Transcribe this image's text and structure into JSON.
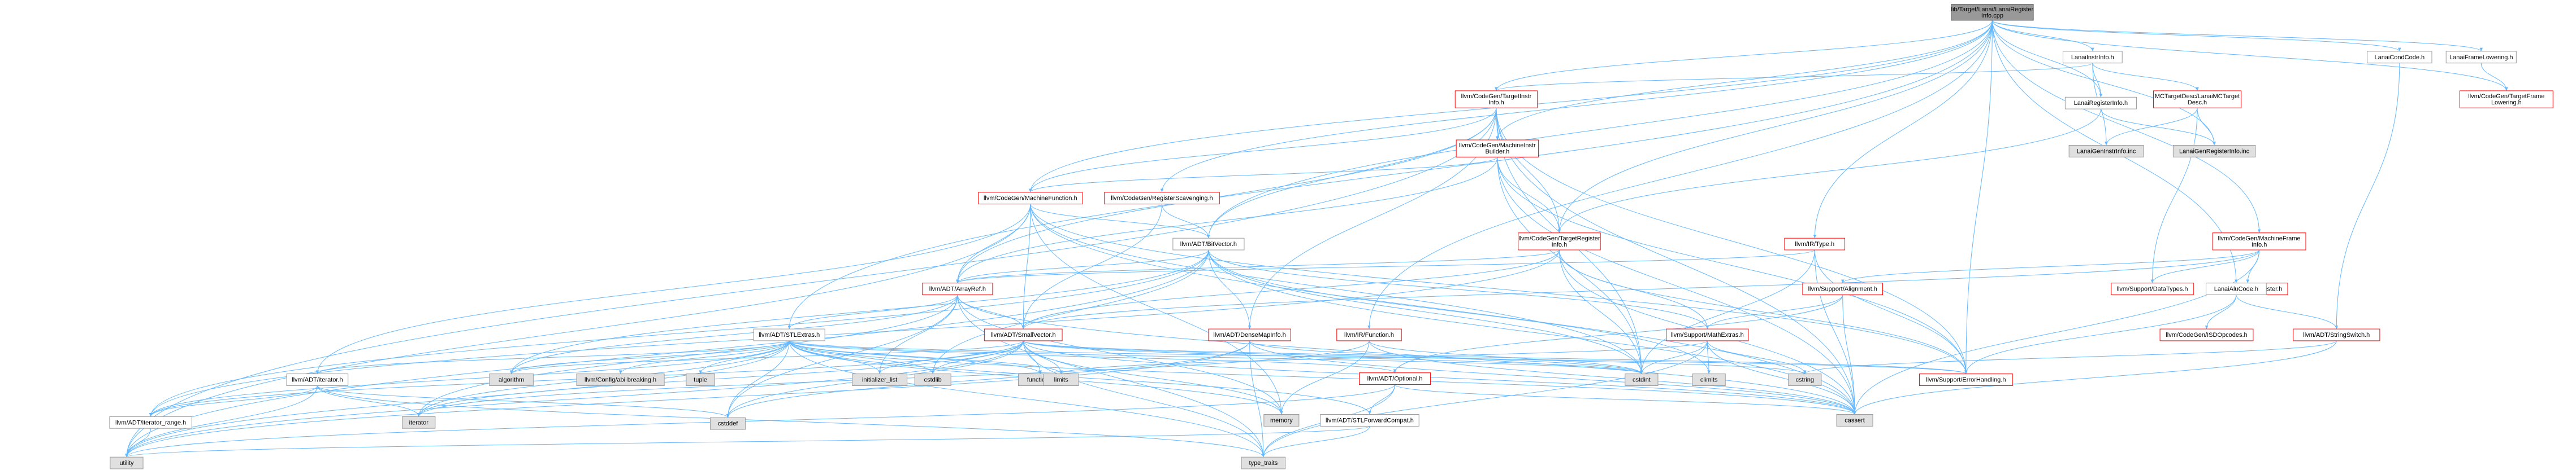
{
  "colors": {
    "root_fill": "#999999",
    "normal_fill": "#ffffff",
    "normal_stroke": "#999999",
    "missing_stroke": "#ff0000",
    "system_fill": "#e0e0e0",
    "edge": "#63b8ff",
    "edge_dark": "#404040"
  },
  "nodes": [
    {
      "id": "root",
      "lines": [
        "lib/Target/Lanai/LanaiRegister",
        "Info.cpp"
      ],
      "kind": "root"
    },
    {
      "id": "lanai_instr_info_h",
      "lines": [
        "LanaiInstrInfo.h"
      ],
      "kind": "normal"
    },
    {
      "id": "lanai_cond_code_h",
      "lines": [
        "LanaiCondCode.h"
      ],
      "kind": "normal"
    },
    {
      "id": "lanai_frame_lowering_h",
      "lines": [
        "LanaiFrameLowering.h"
      ],
      "kind": "normal"
    },
    {
      "id": "tgt_instr_info_h",
      "lines": [
        "llvm/CodeGen/TargetInstr",
        "Info.h"
      ],
      "kind": "missing"
    },
    {
      "id": "mc_target_desc_h",
      "lines": [
        "MCTargetDesc/LanaiMCTarget",
        "Desc.h"
      ],
      "kind": "missing"
    },
    {
      "id": "lanai_register_info_h",
      "lines": [
        "LanaiRegisterInfo.h"
      ],
      "kind": "normal"
    },
    {
      "id": "tgt_frame_lowering_h",
      "lines": [
        "llvm/CodeGen/TargetFrame",
        "Lowering.h"
      ],
      "kind": "missing"
    },
    {
      "id": "machine_instr_builder_h",
      "lines": [
        "llvm/CodeGen/MachineInstr",
        "Builder.h"
      ],
      "kind": "missing"
    },
    {
      "id": "lanai_gen_instr_info_inc",
      "lines": [
        "LanaiGenInstrInfo.inc"
      ],
      "kind": "system"
    },
    {
      "id": "lanai_gen_register_info_inc",
      "lines": [
        "LanaiGenRegisterInfo.inc"
      ],
      "kind": "system"
    },
    {
      "id": "machine_function_h",
      "lines": [
        "llvm/CodeGen/MachineFunction.h"
      ],
      "kind": "missing"
    },
    {
      "id": "register_scavenging_h",
      "lines": [
        "llvm/CodeGen/RegisterScavenging.h"
      ],
      "kind": "missing"
    },
    {
      "id": "bitvector_h",
      "lines": [
        "llvm/ADT/BitVector.h"
      ],
      "kind": "normal"
    },
    {
      "id": "tgt_register_info_h",
      "lines": [
        "llvm/CodeGen/TargetRegister",
        "Info.h"
      ],
      "kind": "missing"
    },
    {
      "id": "ir_type_h",
      "lines": [
        "llvm/IR/Type.h"
      ],
      "kind": "missing"
    },
    {
      "id": "machine_frame_info_h",
      "lines": [
        "llvm/CodeGen/MachineFrame",
        "Info.h"
      ],
      "kind": "missing"
    },
    {
      "id": "arrayref_h",
      "lines": [
        "llvm/ADT/ArrayRef.h"
      ],
      "kind": "missing"
    },
    {
      "id": "support_alignment_h",
      "lines": [
        "llvm/Support/Alignment.h"
      ],
      "kind": "missing"
    },
    {
      "id": "support_datatypes_h",
      "lines": [
        "llvm/Support/DataTypes.h"
      ],
      "kind": "missing"
    },
    {
      "id": "codegen_register_h",
      "lines": [
        "llvm/CodeGen/Register.h"
      ],
      "kind": "missing"
    },
    {
      "id": "lanai_alu_code_h",
      "lines": [
        "LanaiAluCode.h"
      ],
      "kind": "normal"
    },
    {
      "id": "stlextras_h",
      "lines": [
        "llvm/ADT/STLExtras.h"
      ],
      "kind": "normal"
    },
    {
      "id": "smallvector_h",
      "lines": [
        "llvm/ADT/SmallVector.h"
      ],
      "kind": "missing"
    },
    {
      "id": "densemapinfo_h",
      "lines": [
        "llvm/ADT/DenseMapInfo.h"
      ],
      "kind": "missing"
    },
    {
      "id": "ir_function_h",
      "lines": [
        "llvm/IR/Function.h"
      ],
      "kind": "missing"
    },
    {
      "id": "mathextras_h",
      "lines": [
        "llvm/Support/MathExtras.h"
      ],
      "kind": "missing"
    },
    {
      "id": "isd_opcodes_h",
      "lines": [
        "llvm/CodeGen/ISDOpcodes.h"
      ],
      "kind": "missing"
    },
    {
      "id": "stringswitch_h",
      "lines": [
        "llvm/ADT/StringSwitch.h"
      ],
      "kind": "missing"
    },
    {
      "id": "adt_iterator_h",
      "lines": [
        "llvm/ADT/iterator.h"
      ],
      "kind": "normal"
    },
    {
      "id": "algorithm",
      "lines": [
        "algorithm"
      ],
      "kind": "system"
    },
    {
      "id": "config_abi_breaking_h",
      "lines": [
        "llvm/Config/abi-breaking.h"
      ],
      "kind": "system"
    },
    {
      "id": "tuple",
      "lines": [
        "tuple"
      ],
      "kind": "system"
    },
    {
      "id": "initializer_list",
      "lines": [
        "initializer_list"
      ],
      "kind": "system"
    },
    {
      "id": "cstdlib",
      "lines": [
        "cstdlib"
      ],
      "kind": "system"
    },
    {
      "id": "functional",
      "lines": [
        "functional"
      ],
      "kind": "system"
    },
    {
      "id": "limits",
      "lines": [
        "limits"
      ],
      "kind": "system"
    },
    {
      "id": "cstdint",
      "lines": [
        "cstdint"
      ],
      "kind": "system"
    },
    {
      "id": "climits",
      "lines": [
        "climits"
      ],
      "kind": "system"
    },
    {
      "id": "cstring",
      "lines": [
        "cstring"
      ],
      "kind": "system"
    },
    {
      "id": "error_handling_h",
      "lines": [
        "llvm/Support/ErrorHandling.h"
      ],
      "kind": "missing"
    },
    {
      "id": "optional_h",
      "lines": [
        "llvm/ADT/Optional.h"
      ],
      "kind": "missing"
    },
    {
      "id": "iterator_range_h",
      "lines": [
        "llvm/ADT/iterator_range.h"
      ],
      "kind": "normal"
    },
    {
      "id": "iterator",
      "lines": [
        "iterator"
      ],
      "kind": "system"
    },
    {
      "id": "cstddef",
      "lines": [
        "cstddef"
      ],
      "kind": "system"
    },
    {
      "id": "memory",
      "lines": [
        "memory"
      ],
      "kind": "system"
    },
    {
      "id": "stl_forward_compat_h",
      "lines": [
        "llvm/ADT/STLForwardCompat.h"
      ],
      "kind": "normal"
    },
    {
      "id": "cassert",
      "lines": [
        "cassert"
      ],
      "kind": "system"
    },
    {
      "id": "utility",
      "lines": [
        "utility"
      ],
      "kind": "system"
    },
    {
      "id": "type_traits",
      "lines": [
        "type_traits"
      ],
      "kind": "system"
    }
  ],
  "edges": [
    [
      "root",
      "lanai_instr_info_h"
    ],
    [
      "root",
      "lanai_cond_code_h"
    ],
    [
      "root",
      "lanai_frame_lowering_h"
    ],
    [
      "root",
      "tgt_frame_lowering_h"
    ],
    [
      "root",
      "tgt_instr_info_h"
    ],
    [
      "root",
      "lanai_register_info_h"
    ],
    [
      "root",
      "machine_instr_builder_h"
    ],
    [
      "root",
      "machine_function_h"
    ],
    [
      "root",
      "register_scavenging_h"
    ],
    [
      "root",
      "bitvector_h"
    ],
    [
      "root",
      "stlextras_h"
    ],
    [
      "root",
      "tgt_register_info_h"
    ],
    [
      "root",
      "ir_type_h"
    ],
    [
      "root",
      "machine_frame_info_h"
    ],
    [
      "root",
      "lanai_alu_code_h"
    ],
    [
      "root",
      "error_handling_h"
    ],
    [
      "root",
      "ir_function_h"
    ],
    [
      "root",
      "lanai_gen_register_info_inc"
    ],
    [
      "lanai_instr_info_h",
      "tgt_instr_info_h"
    ],
    [
      "lanai_instr_info_h",
      "mc_target_desc_h"
    ],
    [
      "lanai_instr_info_h",
      "lanai_register_info_h"
    ],
    [
      "lanai_instr_info_h",
      "lanai_gen_instr_info_inc"
    ],
    [
      "lanai_frame_lowering_h",
      "tgt_frame_lowering_h"
    ],
    [
      "lanai_cond_code_h",
      "stringswitch_h"
    ],
    [
      "mc_target_desc_h",
      "lanai_gen_instr_info_inc"
    ],
    [
      "mc_target_desc_h",
      "lanai_gen_register_info_inc"
    ],
    [
      "mc_target_desc_h",
      "support_datatypes_h"
    ],
    [
      "lanai_register_info_h",
      "tgt_register_info_h"
    ],
    [
      "lanai_register_info_h",
      "lanai_gen_register_info_inc"
    ],
    [
      "tgt_instr_info_h",
      "machine_instr_builder_h"
    ],
    [
      "tgt_instr_info_h",
      "machine_function_h"
    ],
    [
      "tgt_instr_info_h",
      "arrayref_h"
    ],
    [
      "tgt_instr_info_h",
      "densemapinfo_h"
    ],
    [
      "tgt_instr_info_h",
      "cstdint"
    ],
    [
      "tgt_instr_info_h",
      "utility"
    ],
    [
      "tgt_instr_info_h",
      "cassert"
    ],
    [
      "tgt_instr_info_h",
      "error_handling_h"
    ],
    [
      "tgt_instr_info_h",
      "tgt_register_info_h"
    ],
    [
      "tgt_instr_info_h",
      "bitvector_h"
    ],
    [
      "machine_instr_builder_h",
      "arrayref_h"
    ],
    [
      "machine_instr_builder_h",
      "machine_function_h"
    ],
    [
      "machine_instr_builder_h",
      "tgt_register_info_h"
    ],
    [
      "machine_instr_builder_h",
      "error_handling_h"
    ],
    [
      "machine_instr_builder_h",
      "cassert"
    ],
    [
      "machine_instr_builder_h",
      "cstdint"
    ],
    [
      "machine_function_h",
      "arrayref_h"
    ],
    [
      "machine_function_h",
      "bitvector_h"
    ],
    [
      "machine_function_h",
      "smallvector_h"
    ],
    [
      "machine_function_h",
      "adt_iterator_h"
    ],
    [
      "machine_function_h",
      "error_handling_h"
    ],
    [
      "machine_function_h",
      "cassert"
    ],
    [
      "machine_function_h",
      "cstdint"
    ],
    [
      "machine_function_h",
      "memory"
    ],
    [
      "machine_function_h",
      "utility"
    ],
    [
      "register_scavenging_h",
      "bitvector_h"
    ],
    [
      "register_scavenging_h",
      "smallvector_h"
    ],
    [
      "bitvector_h",
      "arrayref_h"
    ],
    [
      "bitvector_h",
      "densemapinfo_h"
    ],
    [
      "bitvector_h",
      "iterator_range_h"
    ],
    [
      "bitvector_h",
      "mathextras_h"
    ],
    [
      "bitvector_h",
      "algorithm"
    ],
    [
      "bitvector_h",
      "cassert"
    ],
    [
      "bitvector_h",
      "climits"
    ],
    [
      "bitvector_h",
      "cstdint"
    ],
    [
      "bitvector_h",
      "cstdlib"
    ],
    [
      "bitvector_h",
      "utility"
    ],
    [
      "tgt_register_info_h",
      "arrayref_h"
    ],
    [
      "tgt_register_info_h",
      "smallvector_h"
    ],
    [
      "tgt_register_info_h",
      "iterator_range_h"
    ],
    [
      "tgt_register_info_h",
      "mathextras_h"
    ],
    [
      "tgt_register_info_h",
      "cassert"
    ],
    [
      "tgt_register_info_h",
      "cstdint"
    ],
    [
      "tgt_register_info_h",
      "error_handling_h"
    ],
    [
      "ir_type_h",
      "arrayref_h"
    ],
    [
      "ir_type_h",
      "error_handling_h"
    ],
    [
      "ir_type_h",
      "cassert"
    ],
    [
      "ir_type_h",
      "cstdint"
    ],
    [
      "machine_frame_info_h",
      "support_alignment_h"
    ],
    [
      "machine_frame_info_h",
      "support_datatypes_h"
    ],
    [
      "machine_frame_info_h",
      "codegen_register_h"
    ],
    [
      "machine_frame_info_h",
      "cassert"
    ],
    [
      "machine_frame_info_h",
      "smallvector_h"
    ],
    [
      "support_alignment_h",
      "mathextras_h"
    ],
    [
      "support_alignment_h",
      "cassert"
    ],
    [
      "support_alignment_h",
      "optional_h"
    ],
    [
      "lanai_alu_code_h",
      "isd_opcodes_h"
    ],
    [
      "lanai_alu_code_h",
      "error_handling_h"
    ],
    [
      "lanai_alu_code_h",
      "stringswitch_h"
    ],
    [
      "stringswitch_h",
      "cstring"
    ],
    [
      "stringswitch_h",
      "cassert"
    ],
    [
      "arrayref_h",
      "stlextras_h"
    ],
    [
      "arrayref_h",
      "smallvector_h"
    ],
    [
      "arrayref_h",
      "algorithm"
    ],
    [
      "arrayref_h",
      "cassert"
    ],
    [
      "arrayref_h",
      "cstddef"
    ],
    [
      "arrayref_h",
      "initializer_list"
    ],
    [
      "arrayref_h",
      "iterator"
    ],
    [
      "arrayref_h",
      "memory"
    ],
    [
      "arrayref_h",
      "type_traits"
    ],
    [
      "arrayref_h",
      "vector"
    ],
    [
      "stlextras_h",
      "adt_iterator_h"
    ],
    [
      "stlextras_h",
      "iterator_range_h"
    ],
    [
      "stlextras_h",
      "algorithm"
    ],
    [
      "stlextras_h",
      "config_abi_breaking_h"
    ],
    [
      "stlextras_h",
      "tuple"
    ],
    [
      "stlextras_h",
      "initializer_list"
    ],
    [
      "stlextras_h",
      "cstdlib"
    ],
    [
      "stlextras_h",
      "functional"
    ],
    [
      "stlextras_h",
      "limits"
    ],
    [
      "stlextras_h",
      "cstdint"
    ],
    [
      "stlextras_h",
      "cassert"
    ],
    [
      "stlextras_h",
      "cstddef"
    ],
    [
      "stlextras_h",
      "memory"
    ],
    [
      "stlextras_h",
      "utility"
    ],
    [
      "stlextras_h",
      "type_traits"
    ],
    [
      "stlextras_h",
      "optional_h"
    ],
    [
      "stlextras_h",
      "stl_forward_compat_h"
    ],
    [
      "stlextras_h",
      "error_handling_h"
    ],
    [
      "stlextras_h",
      "iterator"
    ],
    [
      "smallvector_h",
      "iterator_range_h"
    ],
    [
      "smallvector_h",
      "algorithm"
    ],
    [
      "smallvector_h",
      "cassert"
    ],
    [
      "smallvector_h",
      "cstddef"
    ],
    [
      "smallvector_h",
      "cstdlib"
    ],
    [
      "smallvector_h",
      "cstring"
    ],
    [
      "smallvector_h",
      "functional"
    ],
    [
      "smallvector_h",
      "initializer_list"
    ],
    [
      "smallvector_h",
      "iterator"
    ],
    [
      "smallvector_h",
      "limits"
    ],
    [
      "smallvector_h",
      "memory"
    ],
    [
      "smallvector_h",
      "type_traits"
    ],
    [
      "smallvector_h",
      "utility"
    ],
    [
      "smallvector_h",
      "cstdint"
    ],
    [
      "smallvector_h",
      "error_handling_h"
    ],
    [
      "densemapinfo_h",
      "cassert"
    ],
    [
      "densemapinfo_h",
      "cstddef"
    ],
    [
      "densemapinfo_h",
      "cstdint"
    ],
    [
      "densemapinfo_h",
      "utility"
    ],
    [
      "densemapinfo_h",
      "type_traits"
    ],
    [
      "ir_function_h",
      "memory"
    ],
    [
      "ir_function_h",
      "cstdint"
    ],
    [
      "ir_function_h",
      "cassert"
    ],
    [
      "ir_function_h",
      "iterator"
    ],
    [
      "mathextras_h",
      "climits"
    ],
    [
      "mathextras_h",
      "cstdint"
    ],
    [
      "mathextras_h",
      "cstring"
    ],
    [
      "mathextras_h",
      "cassert"
    ],
    [
      "mathextras_h",
      "limits"
    ],
    [
      "mathextras_h",
      "type_traits"
    ],
    [
      "adt_iterator_h",
      "iterator_range_h"
    ],
    [
      "adt_iterator_h",
      "iterator"
    ],
    [
      "adt_iterator_h",
      "cstddef"
    ],
    [
      "adt_iterator_h",
      "type_traits"
    ],
    [
      "adt_iterator_h",
      "utility"
    ],
    [
      "iterator_range_h",
      "utility"
    ],
    [
      "optional_h",
      "stl_forward_compat_h"
    ],
    [
      "optional_h",
      "cassert"
    ],
    [
      "optional_h",
      "new"
    ],
    [
      "optional_h",
      "type_traits"
    ],
    [
      "optional_h",
      "utility"
    ],
    [
      "stl_forward_compat_h",
      "type_traits"
    ],
    [
      "stl_forward_compat_h",
      "utility"
    ]
  ]
}
